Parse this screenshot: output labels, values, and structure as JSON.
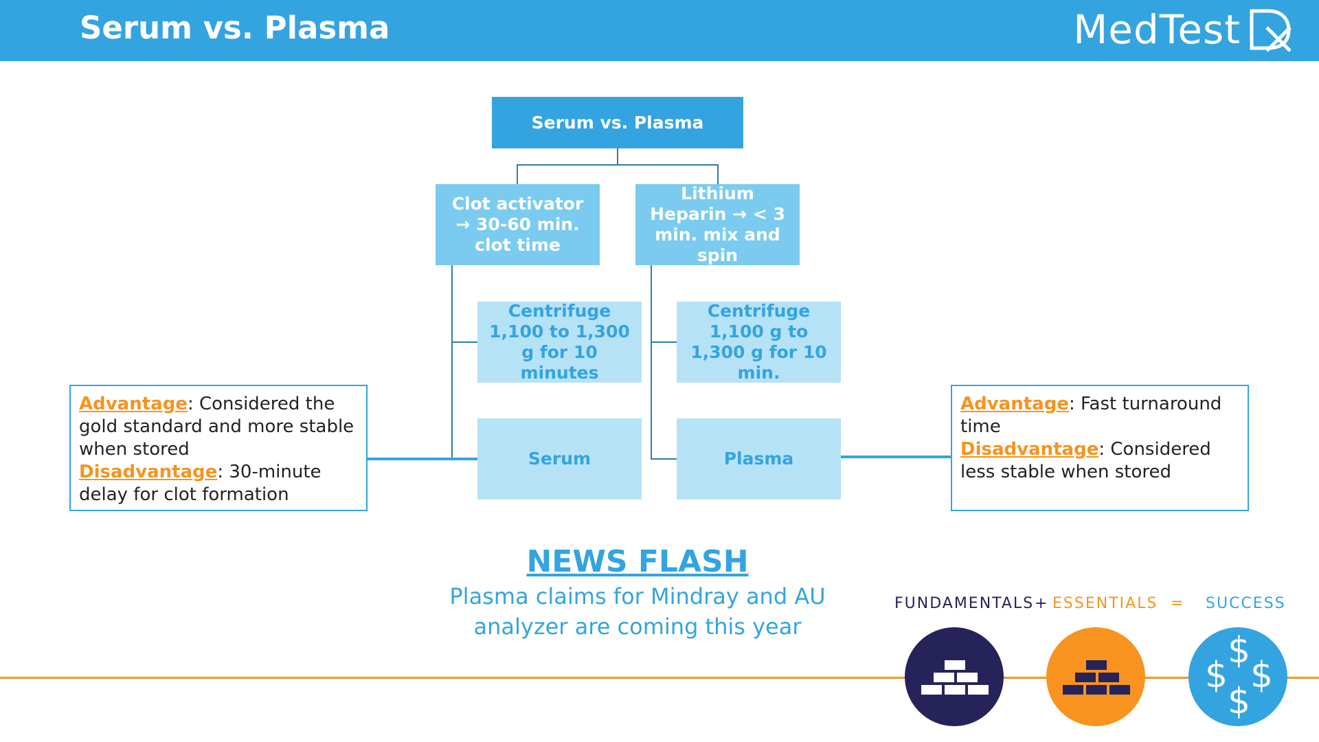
{
  "header": {
    "title": "Serum vs. Plasma",
    "logo": "MedTest Dx",
    "logo_main": "MedTest",
    "logo_suffix": "Dx",
    "background": "#33a4e0"
  },
  "diagram": {
    "root": "Serum vs. Plasma",
    "serum_branch": {
      "step1": "Clot activator → 30-60 min. clot time",
      "step2": "Centrifuge 1,100 to 1,300 g for 10 minutes",
      "result": "Serum"
    },
    "plasma_branch": {
      "step1": "Lithium Heparin → < 3 min. mix and spin",
      "step2": "Centrifuge 1,100 g to 1,300 g for 10 min.",
      "result": "Plasma"
    }
  },
  "serum_notes": {
    "advantage_label": "Advantage",
    "advantage_text": ": Considered the gold standard and more stable when stored",
    "disadvantage_label": "Disadvantage",
    "disadvantage_text": ": 30-minute delay for clot formation"
  },
  "plasma_notes": {
    "advantage_label": "Advantage",
    "advantage_text": ": Fast turnaround time",
    "disadvantage_label": "Disadvantage",
    "disadvantage_text": ": Considered less stable when stored"
  },
  "news": {
    "title": "NEWS FLASH",
    "text": "Plasma claims for Mindray and AU analyzer are coming this year"
  },
  "equation": {
    "fundamentals": "FUNDAMENTALS",
    "plus": "+",
    "essentials": "ESSENTIALS",
    "equals": "=",
    "success": "SUCCESS",
    "dollar": "$"
  },
  "icons": [
    "bricks-icon",
    "pyramid-bricks-icon",
    "dollar-signs-icon"
  ],
  "colors": {
    "primary_blue": "#33a4e0",
    "mid_blue": "#7acbef",
    "light_blue": "#b6e2f6",
    "orange": "#f7931e",
    "navy": "#26225a",
    "connector": "#2e7ea3"
  }
}
